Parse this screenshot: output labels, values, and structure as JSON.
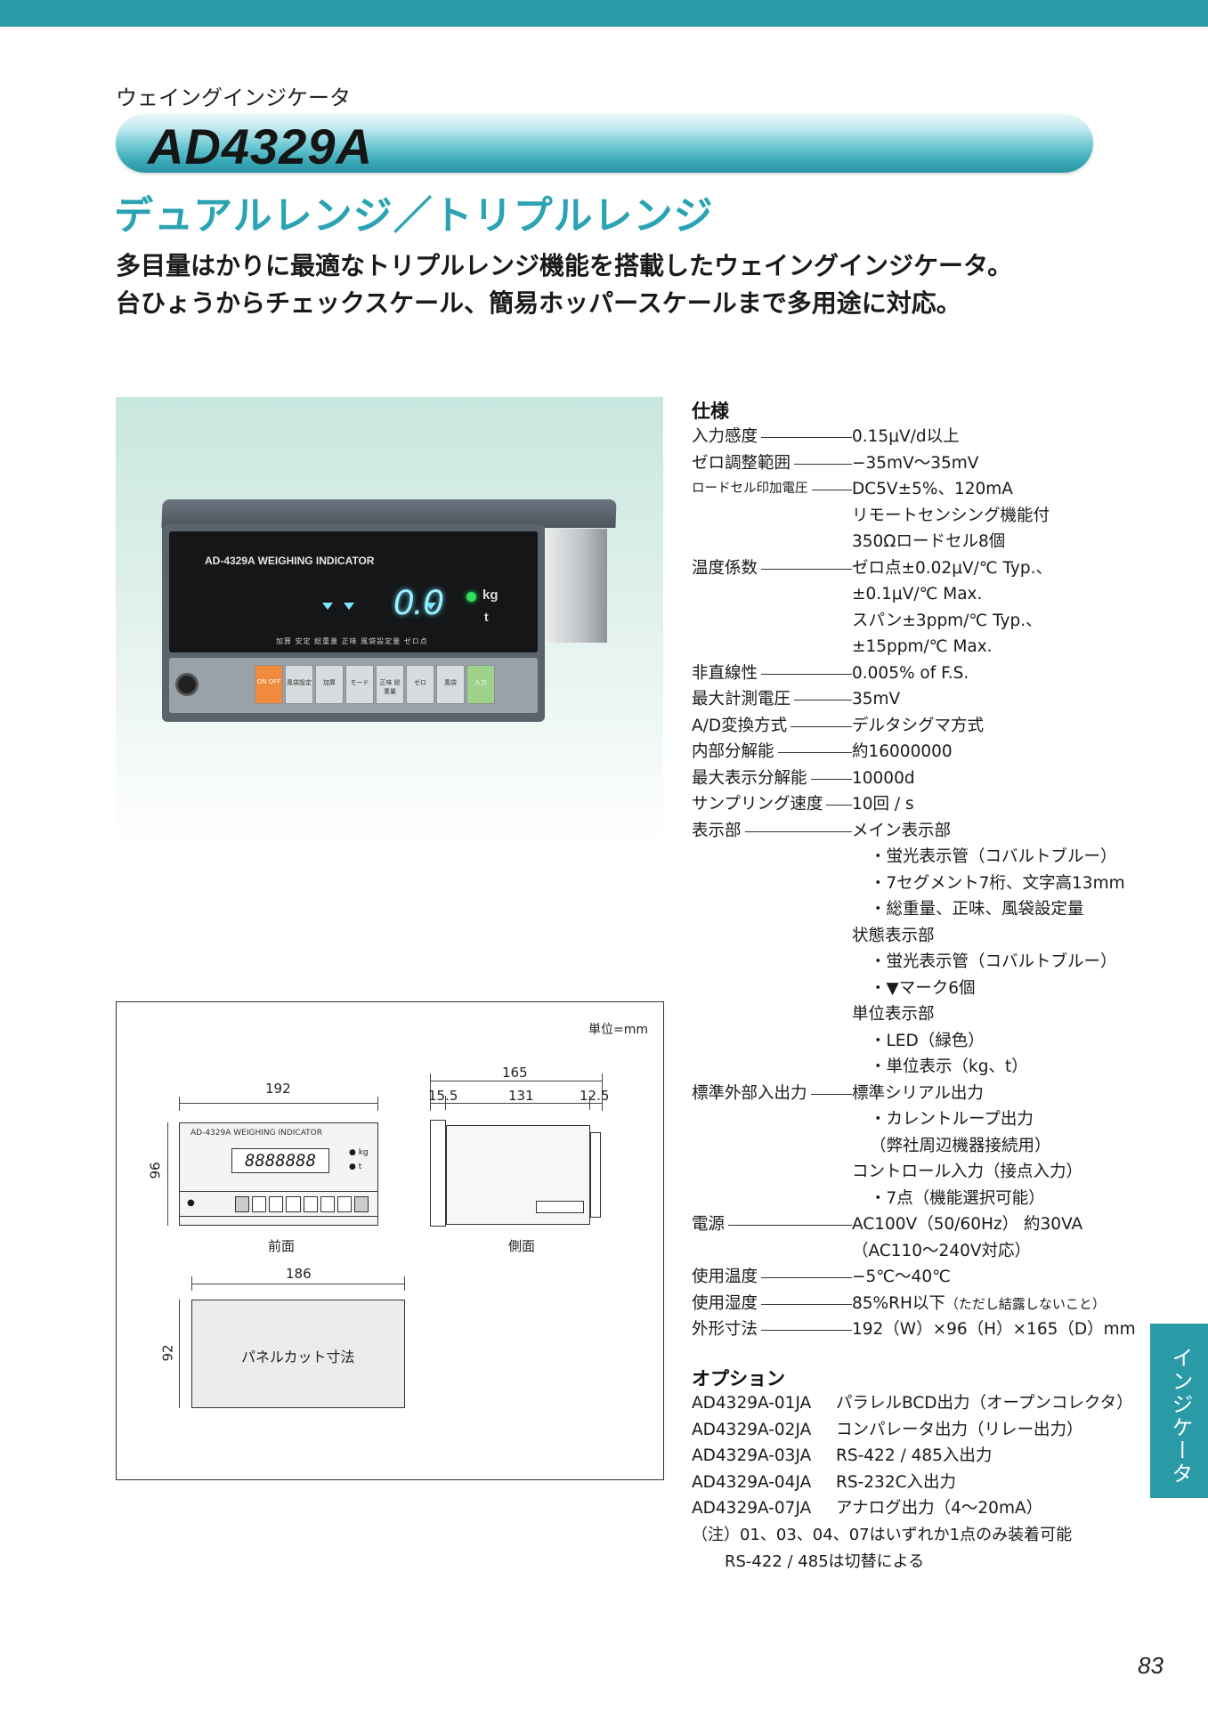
{
  "header": {
    "subtitle": "ウェイングインジケータ",
    "model": "AD4329A",
    "headline": "デュアルレンジ／トリプルレンジ",
    "lead_line1": "多目量はかりに最適なトリプルレンジ機能を搭載したウェイングインジケータ。",
    "lead_line2": "台ひょうからチェックスケール、簡易ホッパースケールまで多用途に対応。"
  },
  "photo": {
    "device_label": "AD-4329A  WEIGHING  INDICATOR",
    "display_value": "0.0",
    "unit_kg": "kg",
    "unit_t": "t",
    "status_labels": "加算  安定  総重量  正味  風袋設定量  ゼロ点",
    "buttons": [
      "ON OFF",
      "風袋設定",
      "加算",
      "モード",
      "正味 総重量",
      "ゼロ",
      "風袋",
      "入力"
    ]
  },
  "drawing": {
    "unit_note": "単位=mm",
    "front_width": "192",
    "front_height": "96",
    "front_caption": "前面",
    "front_device_label": "AD-4329A  WEIGHING INDICATOR",
    "front_digits": "8888888",
    "front_kg": "kg",
    "front_t": "t",
    "side_total": "165",
    "side_a": "15.5",
    "side_b": "131",
    "side_c": "12.5",
    "side_caption": "側面",
    "cut_width": "186",
    "cut_height": "92",
    "cut_label": "パネルカット寸法"
  },
  "specs": {
    "heading": "仕様",
    "rows": [
      {
        "label": "入力感度",
        "value": "0.15μV/d以上"
      },
      {
        "label": "ゼロ調整範囲",
        "value": "−35mV〜35mV"
      },
      {
        "label": "ロードセル印加電圧",
        "value": "DC5V±5%、120mA"
      },
      {
        "value": "リモートセンシング機能付"
      },
      {
        "value": "350Ωロードセル8個"
      },
      {
        "label": "温度係数",
        "value": "ゼロ点±0.02μV/℃ Typ.、"
      },
      {
        "value": "±0.1μV/℃ Max."
      },
      {
        "value": "スパン±3ppm/℃ Typ.、"
      },
      {
        "value": "±15ppm/℃ Max."
      },
      {
        "label": "非直線性",
        "value": "0.005% of F.S."
      },
      {
        "label": "最大計測電圧",
        "value": "35mV"
      },
      {
        "label": "A/D変換方式",
        "value": "デルタシグマ方式"
      },
      {
        "label": "内部分解能",
        "value": "約16000000"
      },
      {
        "label": "最大表示分解能",
        "value": "10000d"
      },
      {
        "label": "サンプリング速度",
        "value": "10回 / s"
      },
      {
        "label": "表示部",
        "value": "メイン表示部"
      },
      {
        "value": "・蛍光表示管（コバルトブルー）"
      },
      {
        "value": "・7セグメント7桁、文字高13mm"
      },
      {
        "value": "・総重量、正味、風袋設定量"
      },
      {
        "value": "状態表示部"
      },
      {
        "value": "・蛍光表示管（コバルトブルー）"
      },
      {
        "value": "・▼マーク6個"
      },
      {
        "value": "単位表示部"
      },
      {
        "value": "・LED（緑色）"
      },
      {
        "value": "・単位表示（kg、t）"
      },
      {
        "label": "標準外部入出力",
        "value": "標準シリアル出力"
      },
      {
        "value": "・カレントループ出力"
      },
      {
        "value": "（弊社周辺機器接続用）"
      },
      {
        "value": "コントロール入力（接点入力）"
      },
      {
        "value": "・7点（機能選択可能）"
      },
      {
        "label": "電源",
        "value": "AC100V（50/60Hz） 約30VA"
      },
      {
        "value": "（AC110〜240V対応）"
      },
      {
        "label": "使用温度",
        "value": "−5℃〜40℃"
      },
      {
        "label": "使用湿度",
        "value": "85%RH以下",
        "note": "（ただし結露しないこと）"
      },
      {
        "label": "外形寸法",
        "value": "192（W）×96（H）×165（D）mm"
      }
    ]
  },
  "options": {
    "heading": "オプション",
    "items": [
      {
        "code": "AD4329A-01JA",
        "desc": "パラレルBCD出力（オープンコレクタ）"
      },
      {
        "code": "AD4329A-02JA",
        "desc": "コンパレータ出力（リレー出力）"
      },
      {
        "code": "AD4329A-03JA",
        "desc": "RS-422 / 485入出力"
      },
      {
        "code": "AD4329A-04JA",
        "desc": "RS-232C入出力"
      },
      {
        "code": "AD4329A-07JA",
        "desc": "アナログ出力（4〜20mA）"
      }
    ],
    "note1": "（注）01、03、04、07はいずれか1点のみ装着可能",
    "note2": "RS-422 / 485は切替による"
  },
  "side_tab": "インジケータ",
  "page_number": "83",
  "colors": {
    "accent": "#2a9aa6",
    "headline": "#2aa3b3"
  }
}
